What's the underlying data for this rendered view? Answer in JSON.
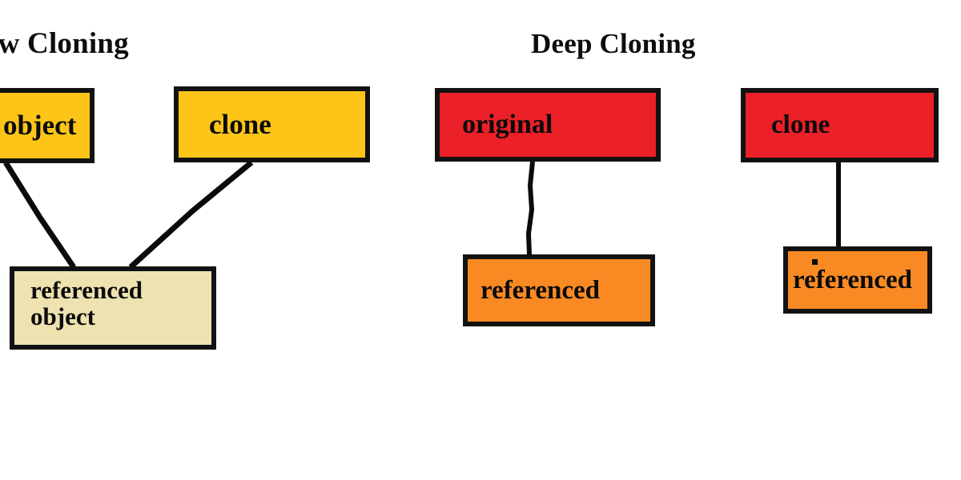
{
  "diagram": {
    "background_color": "#ffffff",
    "sections": [
      {
        "id": "shallow",
        "title": "llow Cloning",
        "title_full": "Shallow Cloning",
        "title_clipped": true
      },
      {
        "id": "deep",
        "title": "Deep Cloning",
        "title_clipped": false
      }
    ],
    "nodes": {
      "object": {
        "label": "object",
        "fill": "#FCC517",
        "border": "#121212"
      },
      "clone_shallow": {
        "label": "clone",
        "fill": "#FCC517",
        "border": "#121212"
      },
      "referenced_object": {
        "label": "referenced object",
        "fill": "#EDE2B0",
        "border": "#121212"
      },
      "original": {
        "label": "original",
        "fill": "#EC2028",
        "border": "#121212"
      },
      "clone_deep": {
        "label": "clone",
        "fill": "#EC2028",
        "border": "#121212"
      },
      "referenced_mid": {
        "label": "referenced",
        "fill": "#F98A23",
        "border": "#121212"
      },
      "referenced_right": {
        "label": "referenced",
        "fill": "#F98A23",
        "border": "#121212"
      }
    },
    "edges": [
      {
        "id": "object-to-referenced-object",
        "from": "object",
        "to": "referenced_object",
        "style": "diagonal"
      },
      {
        "id": "clone-shallow-to-referenced-object",
        "from": "clone_shallow",
        "to": "referenced_object",
        "style": "diagonal"
      },
      {
        "id": "original-to-referenced-mid",
        "from": "original",
        "to": "referenced_mid",
        "style": "vertical"
      },
      {
        "id": "clone-deep-to-referenced-right",
        "from": "clone_deep",
        "to": "referenced_right",
        "style": "vertical"
      }
    ],
    "colors": {
      "yellow": "#FCC517",
      "red": "#EC2028",
      "orange": "#F98A23",
      "beige": "#EDE2B0",
      "stroke": "#121212",
      "text": "#0b0b0b"
    }
  }
}
